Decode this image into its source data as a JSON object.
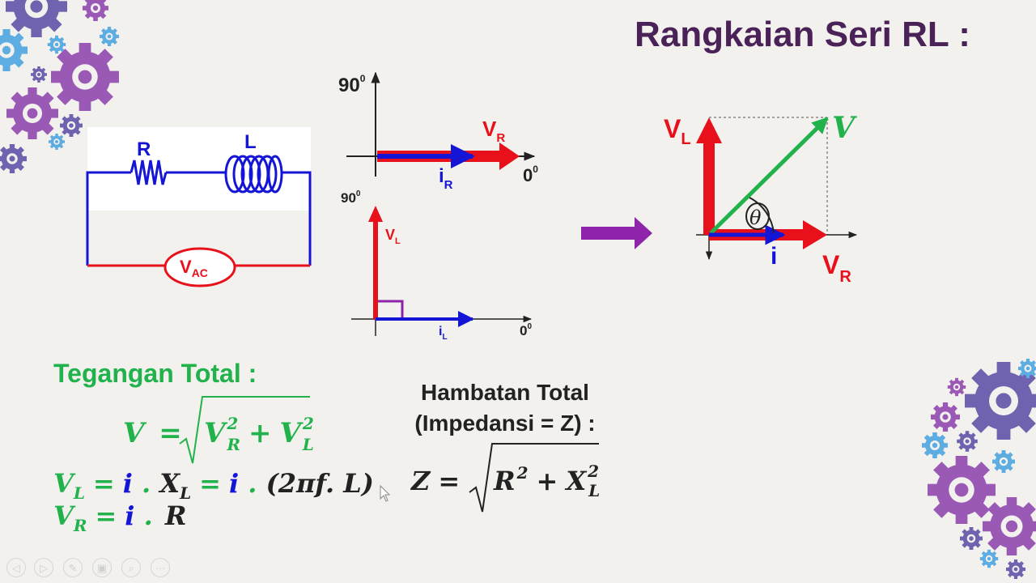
{
  "slide": {
    "title": "Rangkaian Seri RL :",
    "colors": {
      "title": "#4a2257",
      "voltage_red": "#e8101a",
      "current_blue": "#1515d6",
      "total_green": "#22b24c",
      "gear_purple": "#9b59b6",
      "gear_blue": "#5dade2",
      "gear_indigo": "#6f63b0"
    }
  },
  "circuit": {
    "resistor_label": "R",
    "inductor_label": "L",
    "source_label": "V",
    "source_sub": "AC"
  },
  "phasor_r": {
    "top_label": "90",
    "top_sup": "0",
    "right_label": "0",
    "right_sup": "0",
    "voltage_label": "V",
    "voltage_sub": "R",
    "current_label": "i",
    "current_sub": "R"
  },
  "phasor_l": {
    "top_label": "90",
    "top_sup": "0",
    "right_label": "0",
    "right_sup": "0",
    "voltage_label": "V",
    "voltage_sub": "L",
    "current_label": "i",
    "current_sub": "L"
  },
  "phasor_total": {
    "vl_label": "V",
    "vl_sub": "L",
    "v_label": "V",
    "angle_label": "θ",
    "current_label": "i",
    "vr_label": "V",
    "vr_sub": "R"
  },
  "voltage_section": {
    "title": "Tegangan Total :",
    "eq_v_lhs": "V",
    "eq_eq": "=",
    "eq_v_term1": "V",
    "eq_v_term1_sup": "2",
    "eq_v_term1_sub": "R",
    "eq_plus": "+",
    "eq_v_term2": "V",
    "eq_v_term2_sup": "2",
    "eq_v_term2_sub": "L",
    "eq_vl_lhs": "V",
    "eq_vl_sub": "L",
    "eq_vl_i": "i",
    "eq_vl_x": "X",
    "eq_vl_x_sub": "L",
    "eq_vl_i2": "i",
    "eq_vl_paren": "(2πf. L)",
    "eq_vr_lhs": "V",
    "eq_vr_sub": "R",
    "eq_vr_i": "i",
    "eq_vr_r": "R"
  },
  "impedance_section": {
    "title_line1": "Hambatan Total",
    "title_line2": "(Impedansi = Z) :",
    "eq_z": "Z",
    "eq_r": "R",
    "eq_r_sup": "2",
    "eq_x": "X",
    "eq_x_sup": "2",
    "eq_x_sub": "L"
  },
  "nav": {
    "icons": [
      "prev-icon",
      "next-icon",
      "pen-icon",
      "screen-icon",
      "zoom-icon",
      "more-icon"
    ],
    "glyphs": [
      "◁",
      "▷",
      "✎",
      "▣",
      "⌕",
      "···"
    ]
  }
}
